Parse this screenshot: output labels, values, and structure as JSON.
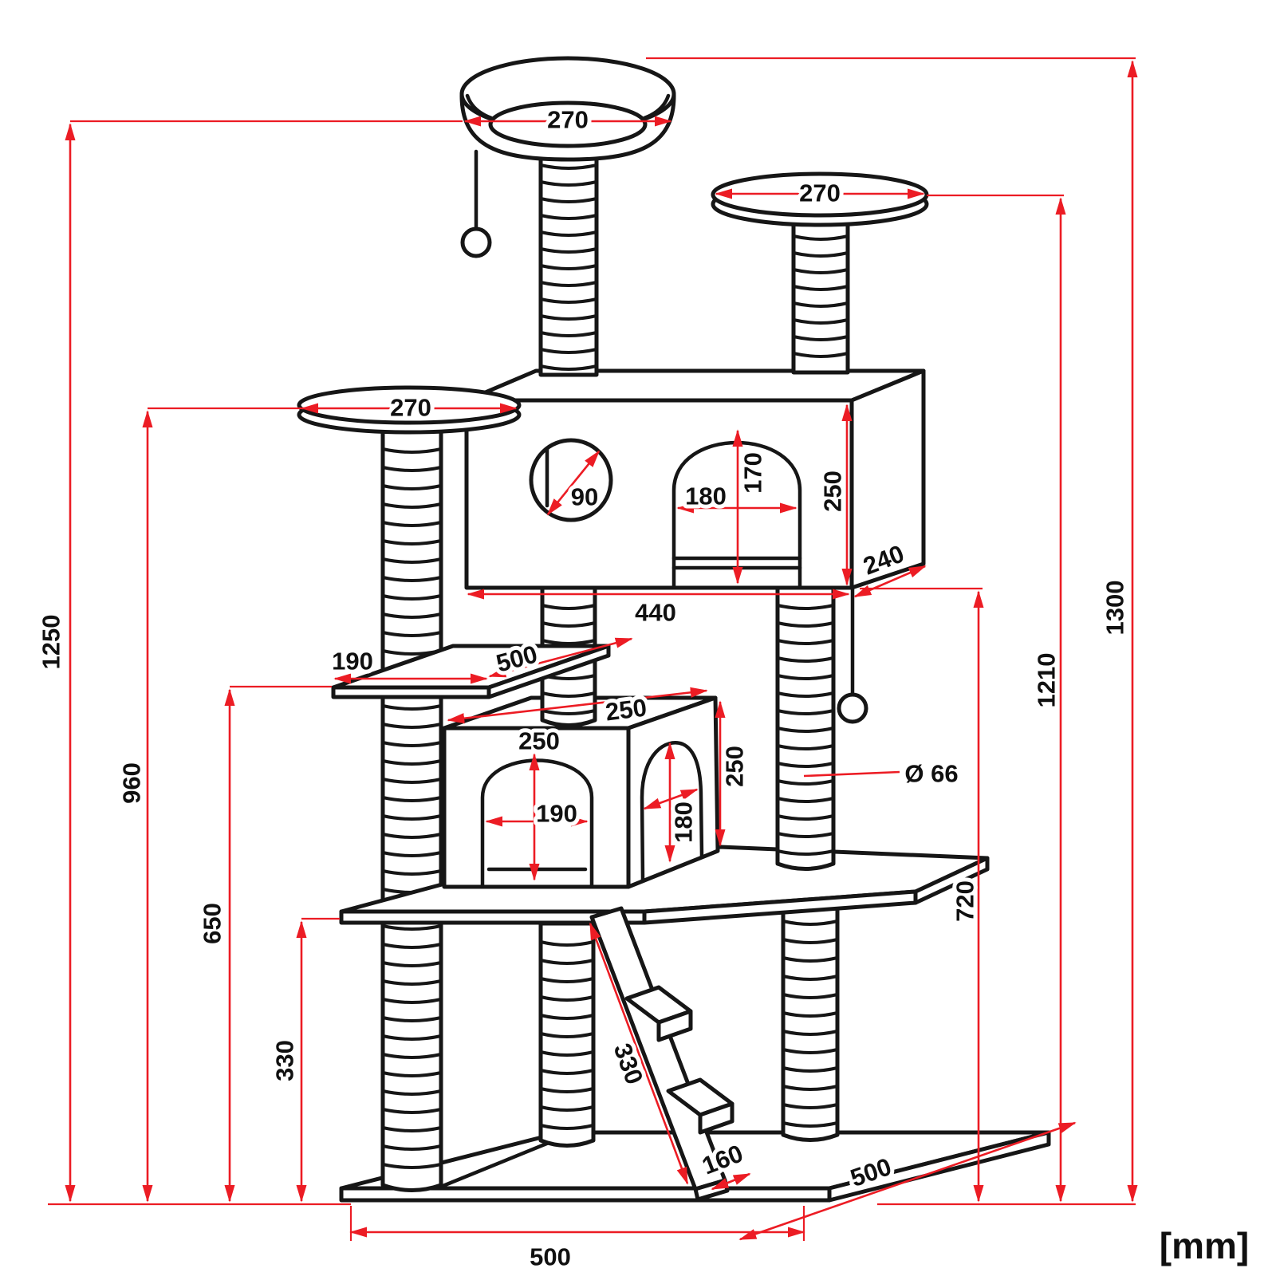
{
  "drawing": {
    "type": "technical-dimension-drawing",
    "subject": "cat scratching tree",
    "unit_label": "[mm]",
    "dimensions": {
      "top_bed_width": "270",
      "right_platform_width": "270",
      "left_platform_width": "270",
      "hole_diameter": "90",
      "upper_arch_width": "180",
      "upper_arch_height": "170",
      "upper_house_height": "250",
      "upper_house_depth": "240",
      "upper_house_width": "440",
      "shelf_overhang": "190",
      "shelf_length": "500",
      "lower_house_depth": "250",
      "lower_arch_height": "250",
      "lower_arch_width": "190",
      "lower_side_arch_height": "180",
      "lower_house_height": "250",
      "post_diameter": "Ø 66",
      "ladder_length": "330",
      "ladder_width": "160",
      "base_width": "500",
      "base_depth": "500",
      "height_total": "1300",
      "height_top_bed": "1250",
      "height_right_platform": "1210",
      "height_left_platform": "960",
      "height_upper_house_bottom": "720",
      "height_mid_shelf": "650",
      "height_bottom_platform": "330"
    }
  }
}
